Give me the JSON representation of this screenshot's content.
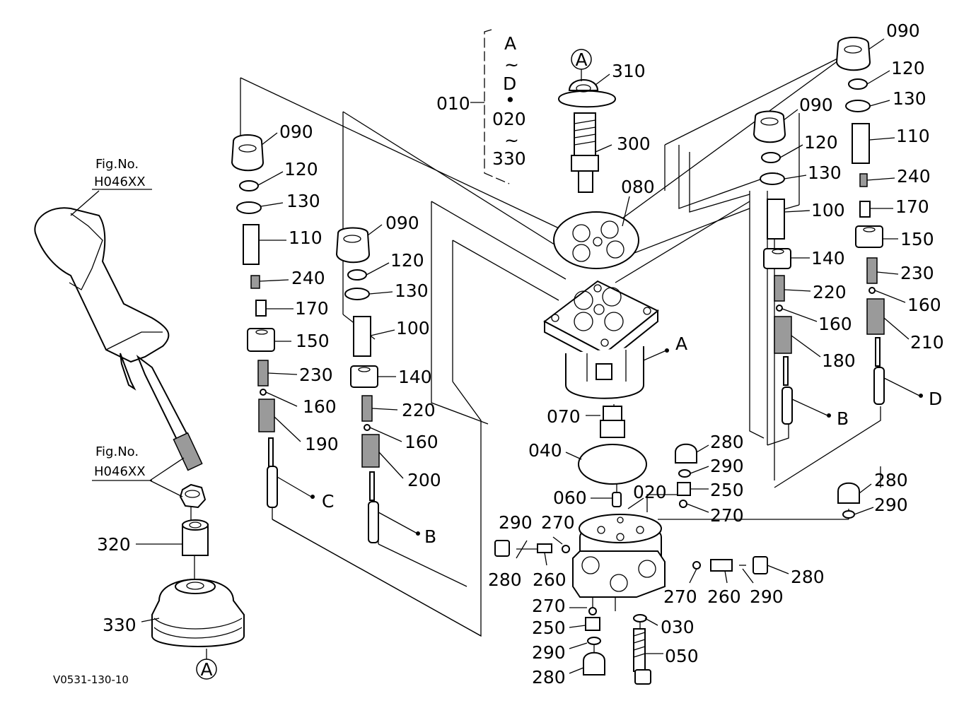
{
  "drawing_code": "V0531-130-10",
  "fig_ref": {
    "line1": "Fig.No.",
    "line2": "H046XX"
  },
  "set_note": {
    "code": "010",
    "line1": "A",
    "tilde": "~",
    "line2": "D",
    "dot": "•",
    "line3": "020",
    "line4": "330"
  },
  "refs": {
    "A": "A",
    "B": "B",
    "C": "C",
    "D": "D"
  },
  "parts": {
    "p010": "010",
    "p020": "020",
    "p030": "030",
    "p040": "040",
    "p050": "050",
    "p060": "060",
    "p070": "070",
    "p080": "080",
    "p090": "090",
    "p100": "100",
    "p110": "110",
    "p120": "120",
    "p130": "130",
    "p140": "140",
    "p150": "150",
    "p160": "160",
    "p170": "170",
    "p180": "180",
    "p190": "190",
    "p200": "200",
    "p210": "210",
    "p220": "220",
    "p230": "230",
    "p240": "240",
    "p250": "250",
    "p260": "260",
    "p270": "270",
    "p280": "280",
    "p290": "290",
    "p300": "300",
    "p310": "310",
    "p320": "320",
    "p330": "330"
  }
}
